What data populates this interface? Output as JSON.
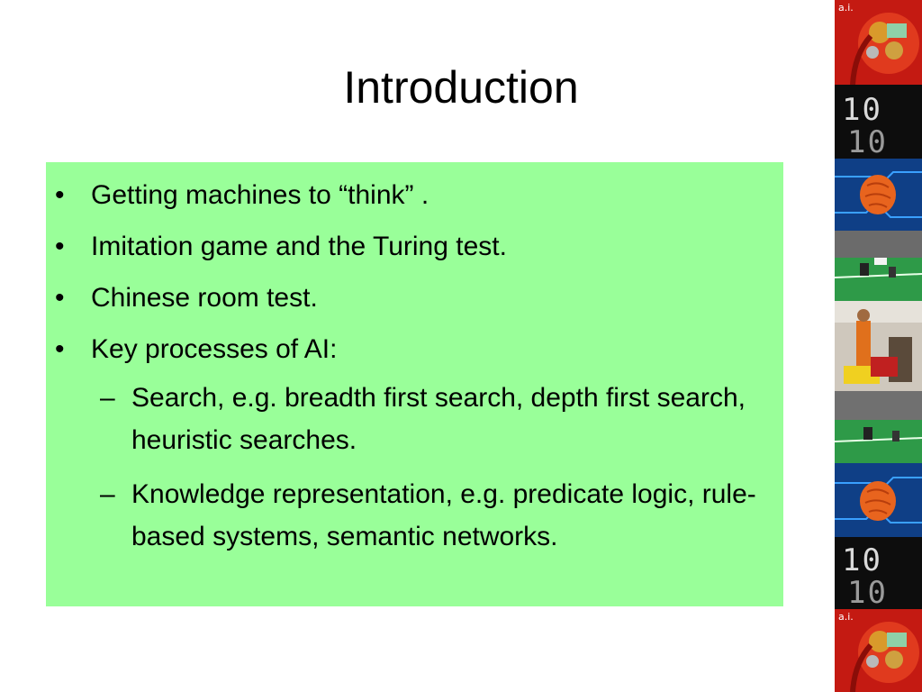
{
  "slide": {
    "title": "Introduction",
    "bullets": [
      {
        "marker": "•",
        "text": "Getting machines to “think” ."
      },
      {
        "marker": "•",
        "text": "Imitation game and the Turing test."
      },
      {
        "marker": "•",
        "text": "Chinese room test."
      },
      {
        "marker": "•",
        "text": "Key processes of AI:"
      },
      {
        "marker": "–",
        "text": "Search, e.g. breadth first search, depth first search, heuristic searches."
      },
      {
        "marker": "–",
        "text": "Knowledge representation, e.g. predicate logic, rule-based systems, semantic networks."
      }
    ]
  },
  "side_strip": {
    "logo_label": "a.i.",
    "binary_digits": [
      "1",
      "0",
      "1",
      "0"
    ],
    "colors": {
      "content_background": "#99ff99",
      "red_tile": "#c41a12",
      "circuit_blue": "#1256a8",
      "brain_orange": "#e8641e",
      "field_green": "#2e9a48"
    }
  }
}
